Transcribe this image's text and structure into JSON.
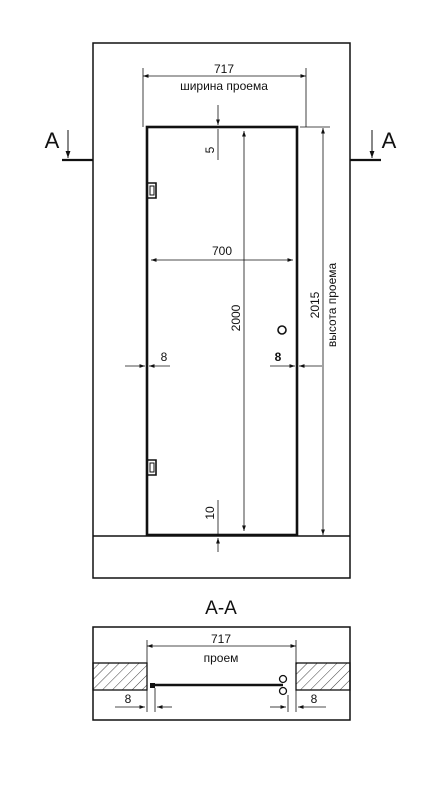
{
  "front_view": {
    "opening_width_value": "717",
    "opening_width_label": "ширина проема",
    "door_width": "700",
    "door_height": "2000",
    "opening_height_value": "2015",
    "opening_height_label": "высота проема",
    "top_gap": "5",
    "bottom_gap": "10",
    "left_gap": "8",
    "right_gap": "8",
    "section_marker_left": "A",
    "section_marker_right": "A"
  },
  "section_view": {
    "title": "A-A",
    "opening_value": "717",
    "opening_label": "проем",
    "left_gap": "8",
    "right_gap": "8"
  }
}
